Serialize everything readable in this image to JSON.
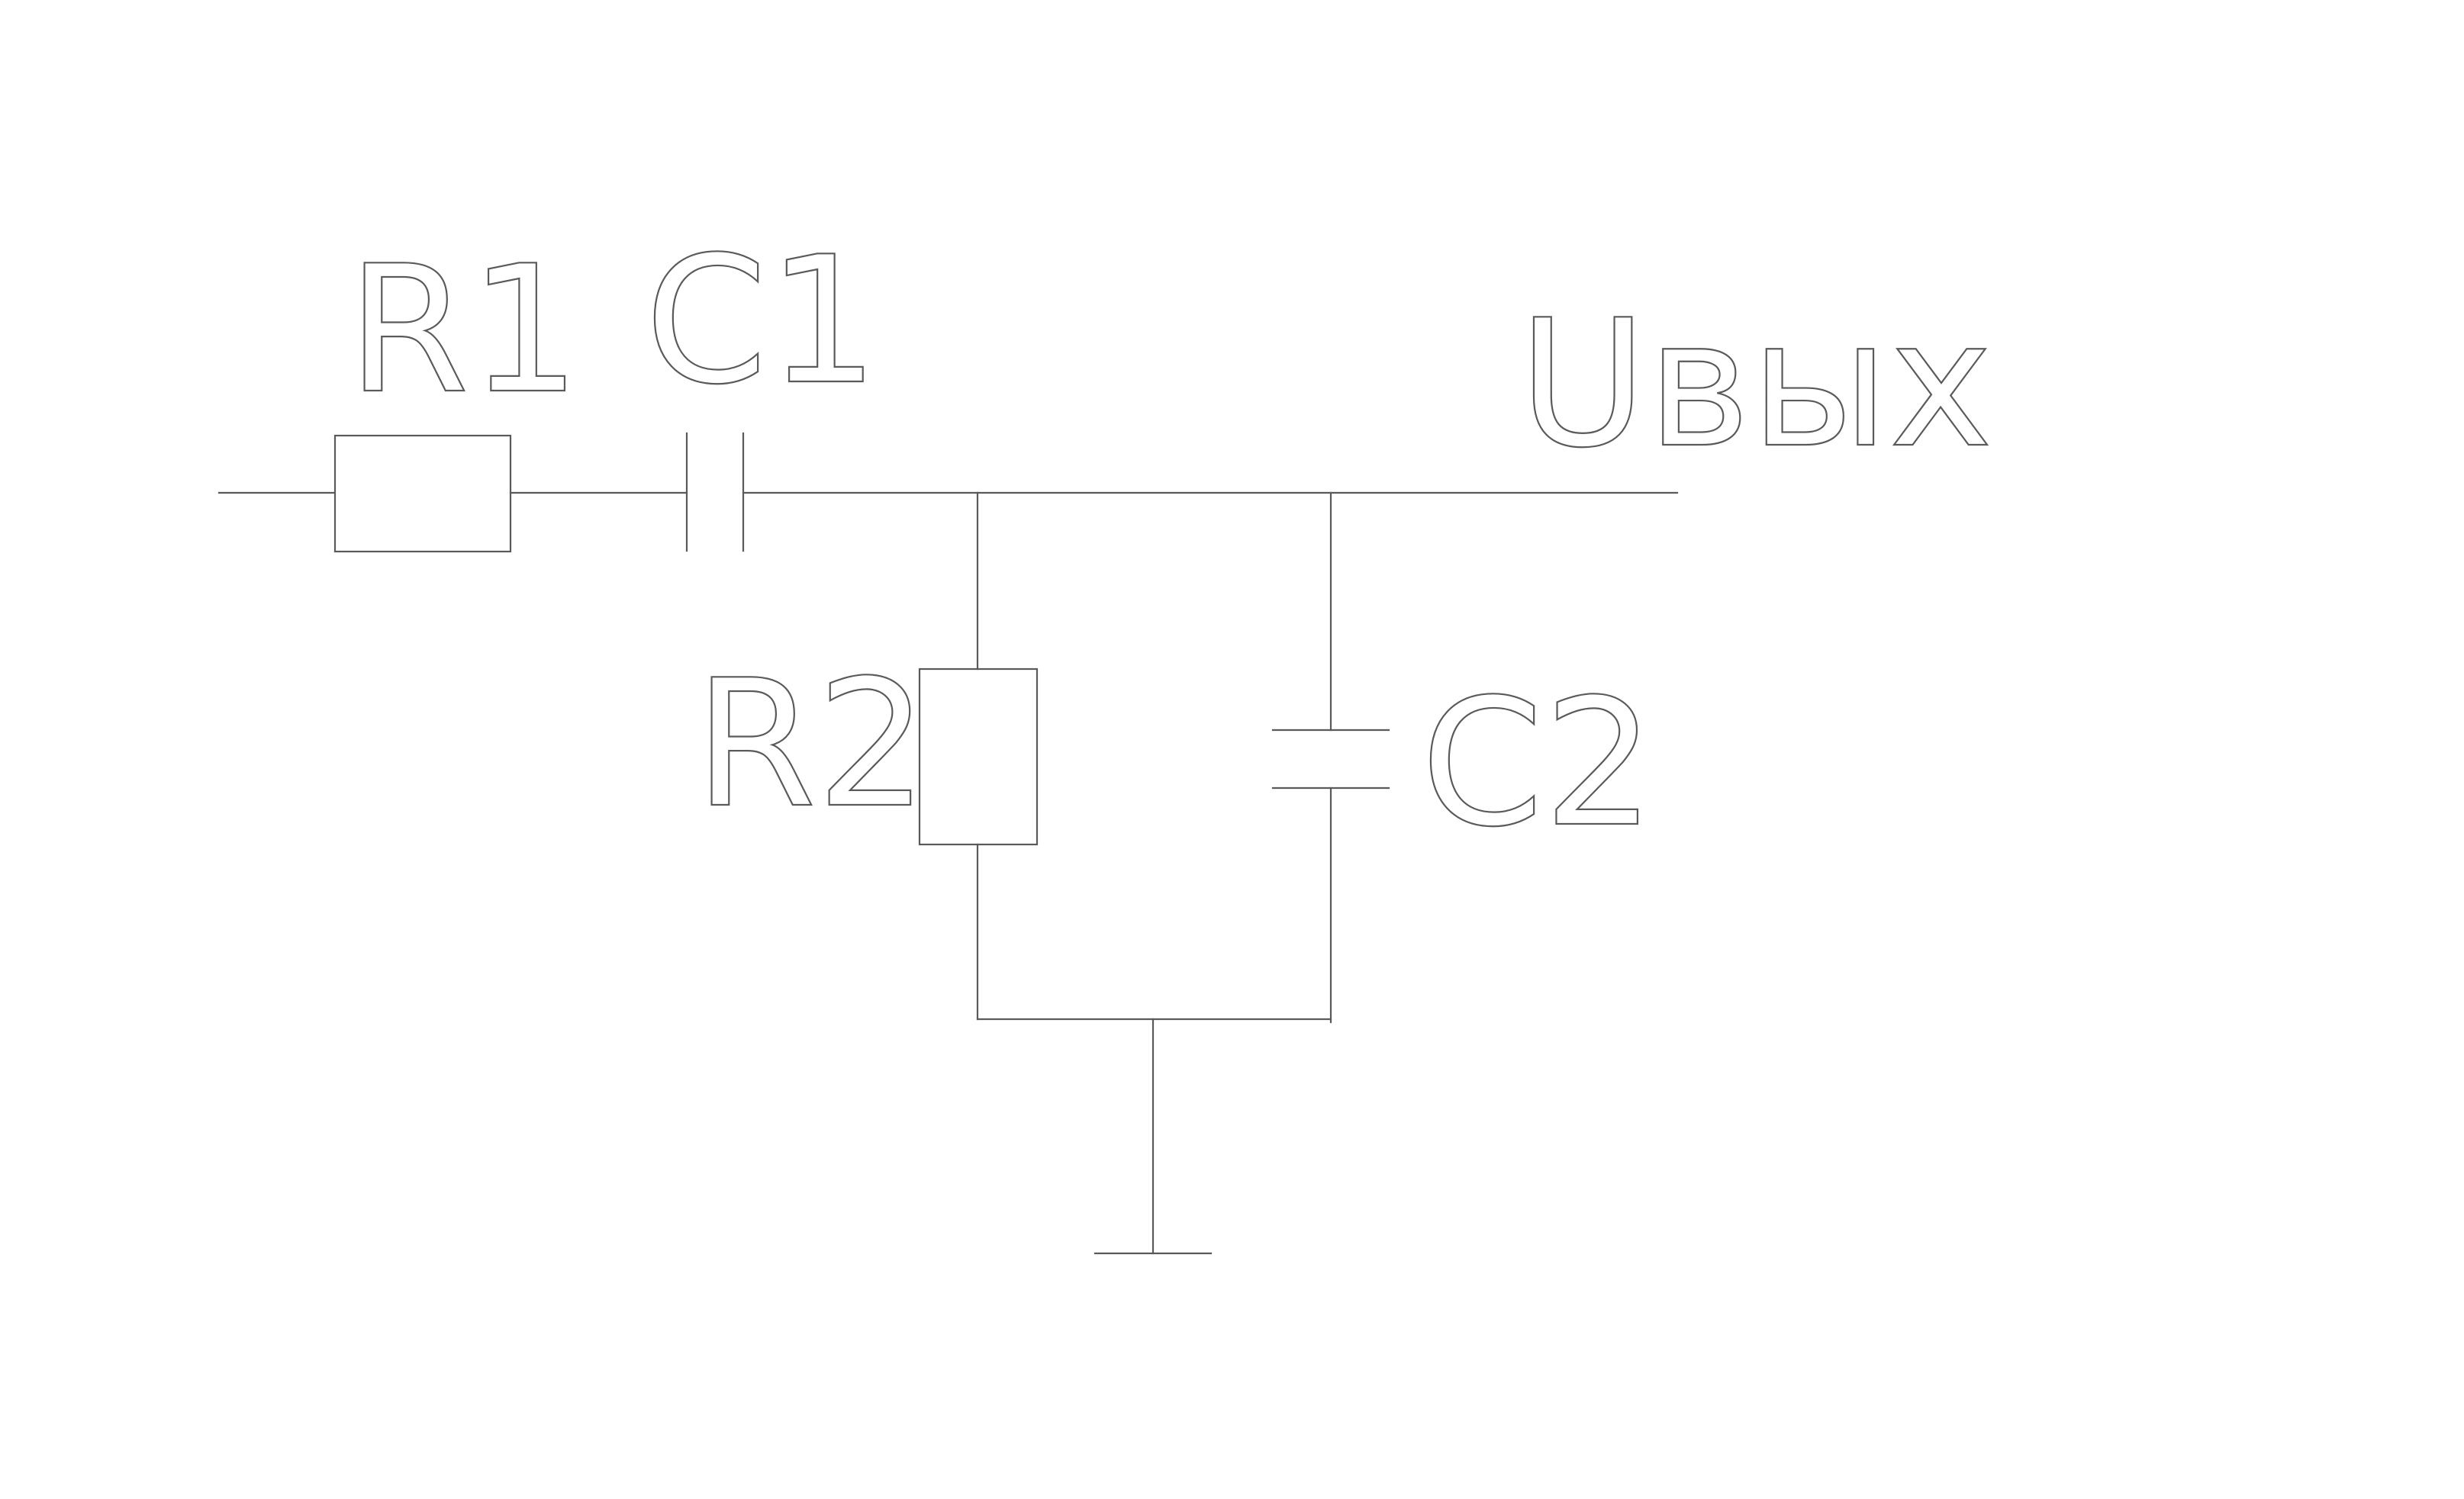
{
  "colors": {
    "background": "#ffffff",
    "line": "#5a5a5a"
  },
  "labels": {
    "r1": "R1",
    "c1": "C1",
    "r2": "R2",
    "c2": "C2",
    "output": "Uвых"
  }
}
